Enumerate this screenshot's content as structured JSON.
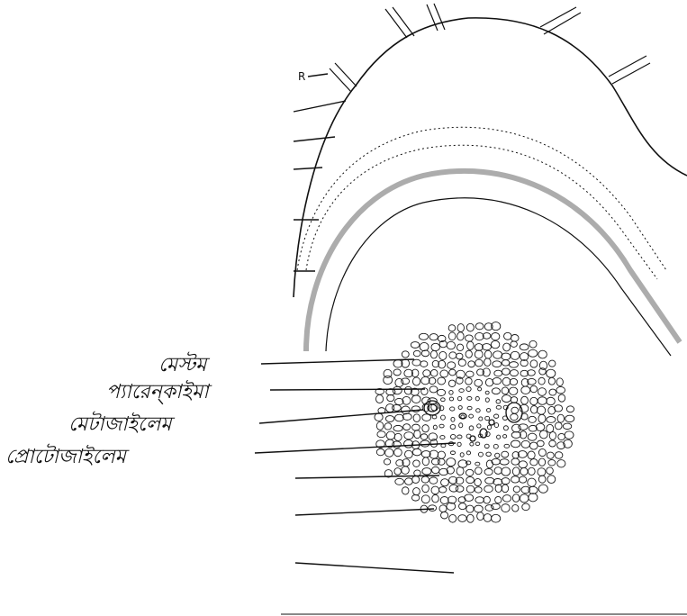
{
  "figure": {
    "corner_letter": "R",
    "labels": [
      {
        "id": "label-1",
        "text": "মেস্টম"
      },
      {
        "id": "label-2",
        "text": "প্যারেন্কাইমা"
      },
      {
        "id": "label-3",
        "text": "মেটাজাইলেম"
      },
      {
        "id": "label-4",
        "text": "প্রোটোজাইলেম"
      }
    ]
  }
}
